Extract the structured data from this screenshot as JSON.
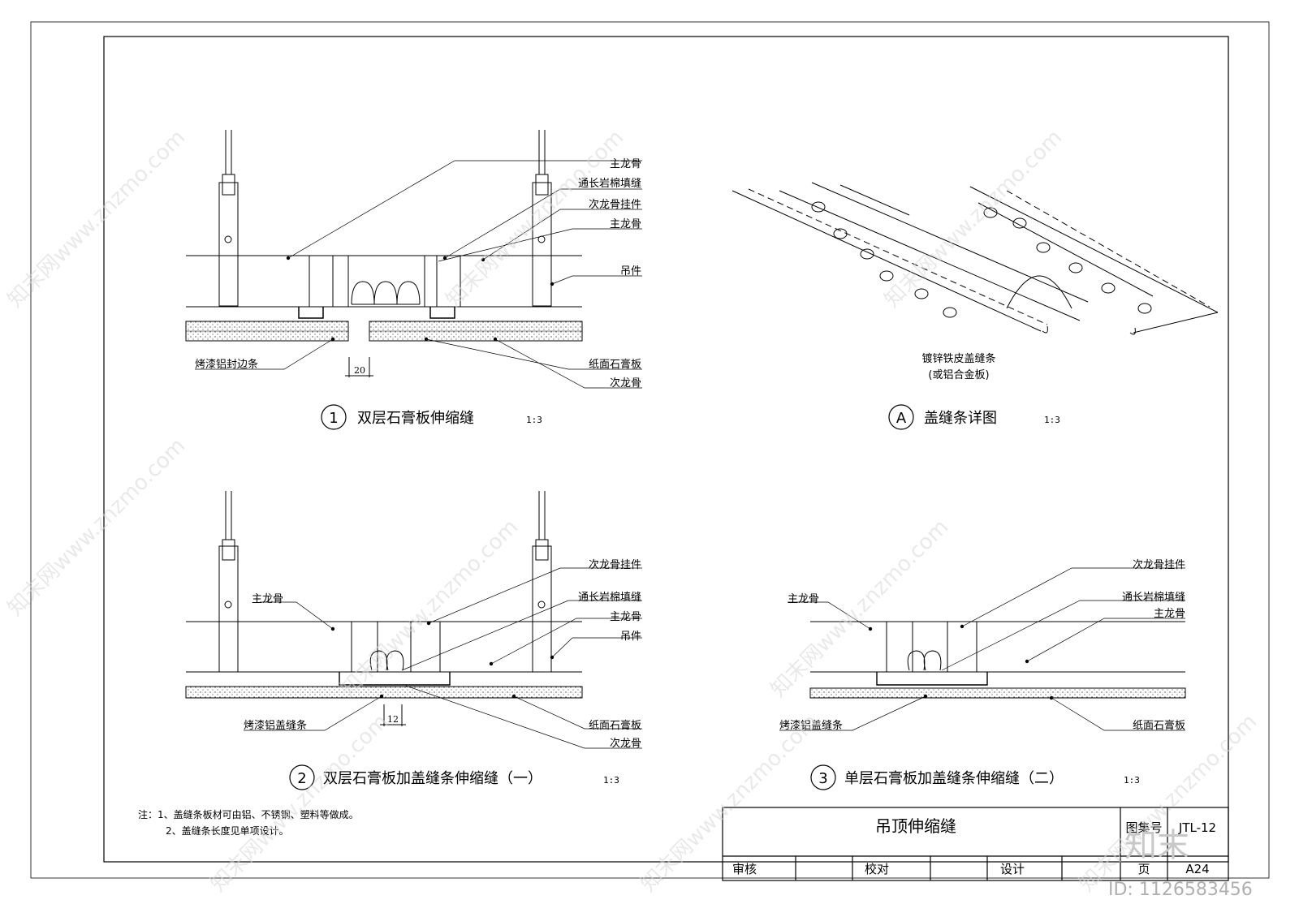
{
  "colors": {
    "ink": "#000000",
    "hatch": "#555555",
    "watermark": "#d8d8d8"
  },
  "detail1": {
    "number": "1",
    "title": "双层石膏板伸缩缝",
    "scale": "1:3",
    "labels": {
      "main_keel_top": "主龙骨",
      "rockwool": "通长岩棉填缝",
      "secondary_hanger": "次龙骨挂件",
      "main_keel": "主龙骨",
      "hanger": "吊件",
      "edge_strip": "烤漆铝封边条",
      "gypsum": "纸面石膏板",
      "secondary_keel": "次龙骨"
    },
    "dimension": "20"
  },
  "detailA": {
    "number": "A",
    "title": "盖缝条详图",
    "scale": "1:3",
    "caption_line1": "镀锌铁皮盖缝条",
    "caption_line2": "(或铝合金板)"
  },
  "detail2": {
    "number": "2",
    "title": "双层石膏板加盖缝条伸缩缝（一）",
    "scale": "1:3",
    "labels": {
      "secondary_hanger": "次龙骨挂件",
      "main_keel_left": "主龙骨",
      "rockwool": "通长岩棉填缝",
      "main_keel": "主龙骨",
      "hanger": "吊件",
      "cover_strip": "烤漆铝盖缝条",
      "gypsum": "纸面石膏板",
      "secondary_keel": "次龙骨"
    },
    "dimension": "12"
  },
  "detail3": {
    "number": "3",
    "title": "单层石膏板加盖缝条伸缩缝（二）",
    "scale": "1:3",
    "labels": {
      "secondary_hanger": "次龙骨挂件",
      "main_keel_left": "主龙骨",
      "rockwool": "通长岩棉填缝",
      "main_keel": "主龙骨",
      "cover_strip": "烤漆铝盖缝条",
      "gypsum": "纸面石膏板"
    }
  },
  "notes": {
    "line1": "注：1、盖缝条板材可由铝、不锈钢、塑料等做成。",
    "line2": "2、盖缝条长度见单项设计。"
  },
  "title_block": {
    "drawing_name": "吊顶伸缩缝",
    "atlas_no_label": "图集号",
    "atlas_no_value": "JTL-12",
    "review": "审核",
    "check": "校对",
    "design": "设计",
    "page_label": "页",
    "page_value": "A24"
  },
  "watermark": {
    "text": "知末网www.znzmo.com",
    "logo": "知末",
    "id": "ID: 1126583456"
  }
}
